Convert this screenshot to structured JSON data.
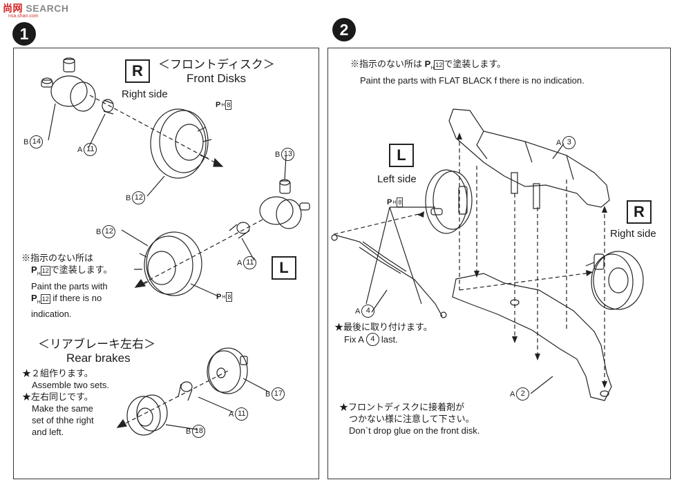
{
  "watermark": {
    "logo_prefix": "尚",
    "logo_mid": "网",
    "logo_text": "SEARCH",
    "sub_text": "nsa.shan.com"
  },
  "steps": {
    "one": "1",
    "two": "2"
  },
  "step1": {
    "front_title_jp": "＜フロントディスク＞",
    "front_title_en": "Front Disks",
    "badge_r": "R",
    "badge_l": "L",
    "right_side": "Right side",
    "paint_code": {
      "p": "P",
      "h": "H",
      "num": "8"
    },
    "parts": {
      "b14": {
        "letter": "B",
        "num": "14"
      },
      "a11_top": {
        "letter": "A",
        "num": "11"
      },
      "b12_top": {
        "letter": "B",
        "num": "12"
      },
      "b13": {
        "letter": "B",
        "num": "13"
      },
      "b12_mid": {
        "letter": "B",
        "num": "12"
      },
      "a11_mid": {
        "letter": "A",
        "num": "11"
      },
      "b17": {
        "letter": "B",
        "num": "17"
      },
      "a11_bot": {
        "letter": "A",
        "num": "11"
      },
      "b18": {
        "letter": "B",
        "num": "18"
      }
    },
    "note_jp_1": "※指示のない所は",
    "note_jp_2_code": "12",
    "note_jp_2_rest": "で塗装します。",
    "note_en_1": "Paint the parts with",
    "note_en_2_code": "12",
    "note_en_2_rest": " if there is no",
    "note_en_3": "indication.",
    "rear_title_jp": "＜リアブレーキ左右＞",
    "rear_title_en": "Rear brakes",
    "rear_note_1": "★２組作ります。",
    "rear_note_2": "Assemble two sets.",
    "rear_note_3": "★左右同じです。",
    "rear_note_4": "Make the same",
    "rear_note_5": "set of thhe right",
    "rear_note_6": "and left."
  },
  "step2": {
    "note_jp_prefix": "※指示のない所は",
    "note_jp_code": "12",
    "note_jp_rest": "で塗装します。",
    "note_en": "Paint the parts with FLAT BLACK f there is no indication.",
    "badge_l": "L",
    "left_side": "Left side",
    "badge_r": "R",
    "right_side": "Right side",
    "paint_code_num": "8",
    "parts": {
      "a3": {
        "letter": "A",
        "num": "3"
      },
      "a4": {
        "letter": "A",
        "num": "4"
      },
      "a2": {
        "letter": "A",
        "num": "2"
      }
    },
    "fix_jp": "★最後に取り付けます。",
    "fix_en_prefix": "Fix A",
    "fix_en_num": "4",
    "fix_en_suffix": "last.",
    "glue_jp_1": "★フロントディスクに接着剤が",
    "glue_jp_2": "つかない様に注意して下さい。",
    "glue_en": "Don`t drop glue on the front disk."
  }
}
